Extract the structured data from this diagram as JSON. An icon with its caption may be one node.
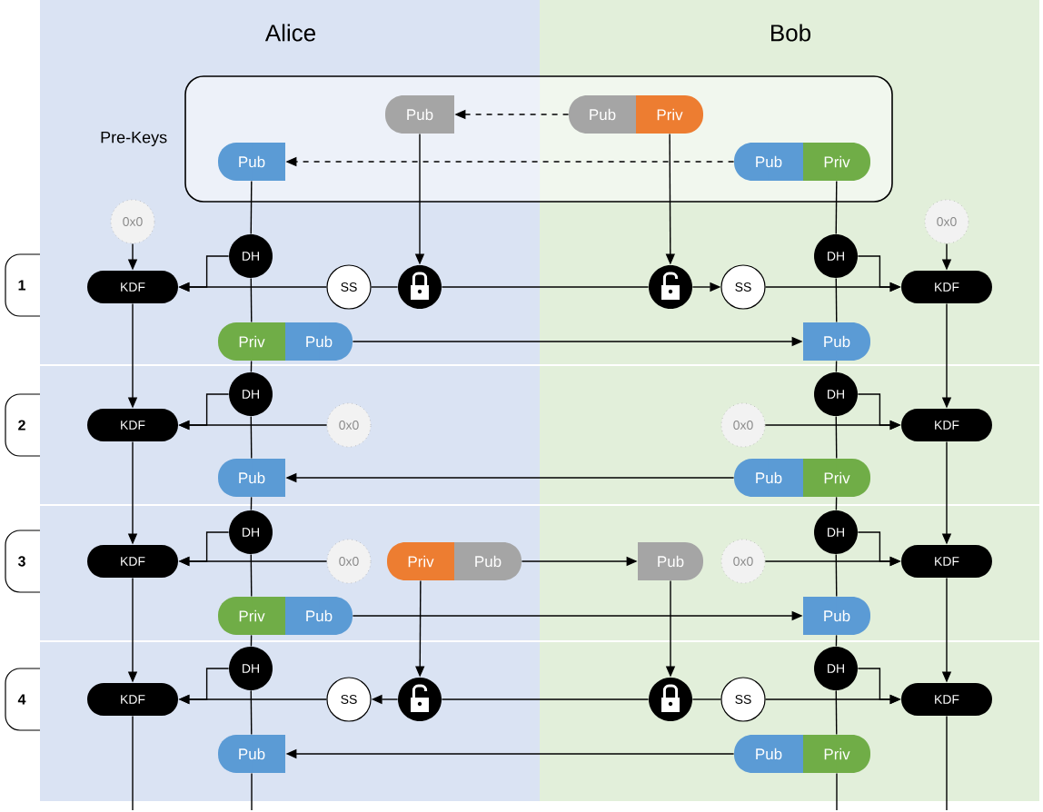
{
  "diagram": {
    "nodes": [
      {
        "text": [
          "Pre-Keys"
        ]
      },
      {
        "text": [
          "Pub"
        ],
        "in": 0
      },
      {
        "text": [
          "Pub"
        ],
        "in": 0
      },
      {
        "text": [
          "Priv"
        ],
        "in": 0
      },
      {
        "text": [
          "Pub"
        ],
        "in": 0
      },
      {
        "text": [
          "Pub"
        ],
        "in": 0
      },
      {
        "text": [
          "Priv"
        ],
        "in": 0
      },
      {
        "text": [
          "1"
        ]
      },
      {
        "text": [
          "0x0"
        ]
      },
      {
        "text": [
          "0x0"
        ]
      },
      {
        "text": [
          "DH"
        ]
      },
      {
        "text": [
          "DH"
        ]
      },
      {
        "text": [
          "KDF"
        ]
      },
      {
        "text": [
          "SS"
        ]
      },
      {
        "text": [],
        "shape": "lock"
      },
      {
        "text": [],
        "shape": "lock"
      },
      {
        "text": [
          "SS"
        ]
      },
      {
        "text": [
          "KDF"
        ]
      },
      {
        "text": [
          "Priv"
        ]
      },
      {
        "text": [
          "Pub"
        ]
      },
      {
        "text": [
          "Pub"
        ]
      },
      {
        "text": [
          "2"
        ]
      },
      {
        "text": [
          "DH"
        ]
      },
      {
        "text": [
          "DH"
        ]
      },
      {
        "text": [
          "KDF"
        ]
      },
      {
        "text": [
          "0x0"
        ]
      },
      {
        "text": [
          "0x0"
        ]
      },
      {
        "text": [
          "KDF"
        ]
      },
      {
        "text": [
          "Pub"
        ]
      },
      {
        "text": [
          "Pub"
        ]
      },
      {
        "text": [
          "Priv"
        ]
      },
      {
        "text": [
          "3"
        ]
      },
      {
        "text": [
          "DH"
        ]
      },
      {
        "text": [
          "DH"
        ]
      },
      {
        "text": [
          "KDF"
        ]
      },
      {
        "text": [
          "0x0"
        ]
      },
      {
        "text": [
          "Priv"
        ]
      },
      {
        "text": [
          "Pub"
        ]
      },
      {
        "text": [
          "Pub"
        ]
      },
      {
        "text": [
          "0x0"
        ]
      },
      {
        "text": [
          "KDF"
        ]
      },
      {
        "text": [
          "Priv"
        ]
      },
      {
        "text": [
          "Pub"
        ]
      },
      {
        "text": [
          "Pub"
        ]
      },
      {
        "text": [
          "4"
        ]
      },
      {
        "text": [
          "DH"
        ]
      },
      {
        "text": [
          "DH"
        ]
      },
      {
        "text": [
          "KDF"
        ]
      },
      {
        "text": [
          "SS"
        ]
      },
      {
        "text": [],
        "shape": "lock"
      },
      {
        "text": [],
        "shape": "lock"
      },
      {
        "text": [
          "SS"
        ]
      },
      {
        "text": [
          "KDF"
        ]
      },
      {
        "text": [
          "Pub"
        ]
      },
      {
        "text": [
          "Pub"
        ]
      },
      {
        "text": [
          "Priv"
        ]
      }
    ],
    "edges": [
      {
        "from": 2,
        "to": 1,
        "arrow": "to",
        "style": "dashed"
      },
      {
        "from": 5,
        "to": 4,
        "arrow": "to",
        "style": "dashed"
      },
      {
        "from": 1,
        "to": 14,
        "arrow": "to"
      },
      {
        "from": 3,
        "to": 15,
        "arrow": "to"
      },
      {
        "from": 4,
        "to": 10,
        "arrow": "none"
      },
      {
        "from": 6,
        "to": 11,
        "arrow": "none"
      },
      {
        "from": 8,
        "to": 12,
        "arrow": "to"
      },
      {
        "from": 9,
        "to": 17,
        "arrow": "to"
      },
      {
        "from": 10,
        "to": 12,
        "arrow": "to"
      },
      {
        "from": 14,
        "to": 13,
        "arrow": "none"
      },
      {
        "from": 13,
        "to": 12,
        "arrow": "to"
      },
      {
        "from": 14,
        "to": 15,
        "arrow": "none"
      },
      {
        "from": 15,
        "to": 16,
        "arrow": "to"
      },
      {
        "from": 16,
        "to": 17,
        "arrow": "to"
      },
      {
        "from": 11,
        "to": 17,
        "arrow": "to"
      },
      {
        "from": 10,
        "to": 18,
        "arrow": "none"
      },
      {
        "from": 11,
        "to": 20,
        "arrow": "none"
      },
      {
        "from": 19,
        "to": 20,
        "arrow": "to"
      },
      {
        "from": 12,
        "to": 24,
        "arrow": "to"
      },
      {
        "from": 17,
        "to": 27,
        "arrow": "to"
      },
      {
        "from": 18,
        "to": 22,
        "arrow": "none"
      },
      {
        "from": 20,
        "to": 23,
        "arrow": "none"
      },
      {
        "from": 22,
        "to": 24,
        "arrow": "to"
      },
      {
        "from": 25,
        "to": 24,
        "arrow": "to"
      },
      {
        "from": 23,
        "to": 27,
        "arrow": "to"
      },
      {
        "from": 26,
        "to": 27,
        "arrow": "to"
      },
      {
        "from": 22,
        "to": 28,
        "arrow": "none"
      },
      {
        "from": 23,
        "to": 30,
        "arrow": "none"
      },
      {
        "from": 29,
        "to": 28,
        "arrow": "to"
      },
      {
        "from": 24,
        "to": 34,
        "arrow": "to"
      },
      {
        "from": 27,
        "to": 40,
        "arrow": "to"
      },
      {
        "from": 28,
        "to": 32,
        "arrow": "none"
      },
      {
        "from": 30,
        "to": 33,
        "arrow": "none"
      },
      {
        "from": 32,
        "to": 34,
        "arrow": "to"
      },
      {
        "from": 35,
        "to": 34,
        "arrow": "to"
      },
      {
        "from": 33,
        "to": 40,
        "arrow": "to"
      },
      {
        "from": 39,
        "to": 40,
        "arrow": "to"
      },
      {
        "from": 32,
        "to": 41,
        "arrow": "none"
      },
      {
        "from": 33,
        "to": 43,
        "arrow": "none"
      },
      {
        "from": 37,
        "to": 38,
        "arrow": "to"
      },
      {
        "from": 42,
        "to": 43,
        "arrow": "to"
      },
      {
        "from": 36,
        "to": 49,
        "arrow": "to"
      },
      {
        "from": 38,
        "to": 50,
        "arrow": "to"
      },
      {
        "from": 34,
        "to": 47,
        "arrow": "to"
      },
      {
        "from": 40,
        "to": 52,
        "arrow": "to"
      },
      {
        "from": 41,
        "to": 45,
        "arrow": "none"
      },
      {
        "from": 43,
        "to": 46,
        "arrow": "none"
      },
      {
        "from": 45,
        "to": 47,
        "arrow": "to"
      },
      {
        "from": 48,
        "to": 47,
        "arrow": "to"
      },
      {
        "from": 49,
        "to": 48,
        "arrow": "to"
      },
      {
        "from": 50,
        "to": 49,
        "arrow": "none"
      },
      {
        "from": 51,
        "to": 50,
        "arrow": "none"
      },
      {
        "from": 51,
        "to": 52,
        "arrow": "to"
      },
      {
        "from": 46,
        "to": 52,
        "arrow": "to"
      },
      {
        "from": 45,
        "to": 53,
        "arrow": "none"
      },
      {
        "from": 46,
        "to": 55,
        "arrow": "none"
      },
      {
        "from": 54,
        "to": 53,
        "arrow": "to"
      },
      {
        "from": 53,
        "to": null,
        "arrow": "none"
      },
      {
        "from": 55,
        "to": null,
        "arrow": "none"
      },
      {
        "from": 47,
        "to": null,
        "arrow": "none"
      },
      {
        "from": 52,
        "to": null,
        "arrow": "none"
      }
    ],
    "labels": [
      "Alice",
      "Bob"
    ]
  }
}
